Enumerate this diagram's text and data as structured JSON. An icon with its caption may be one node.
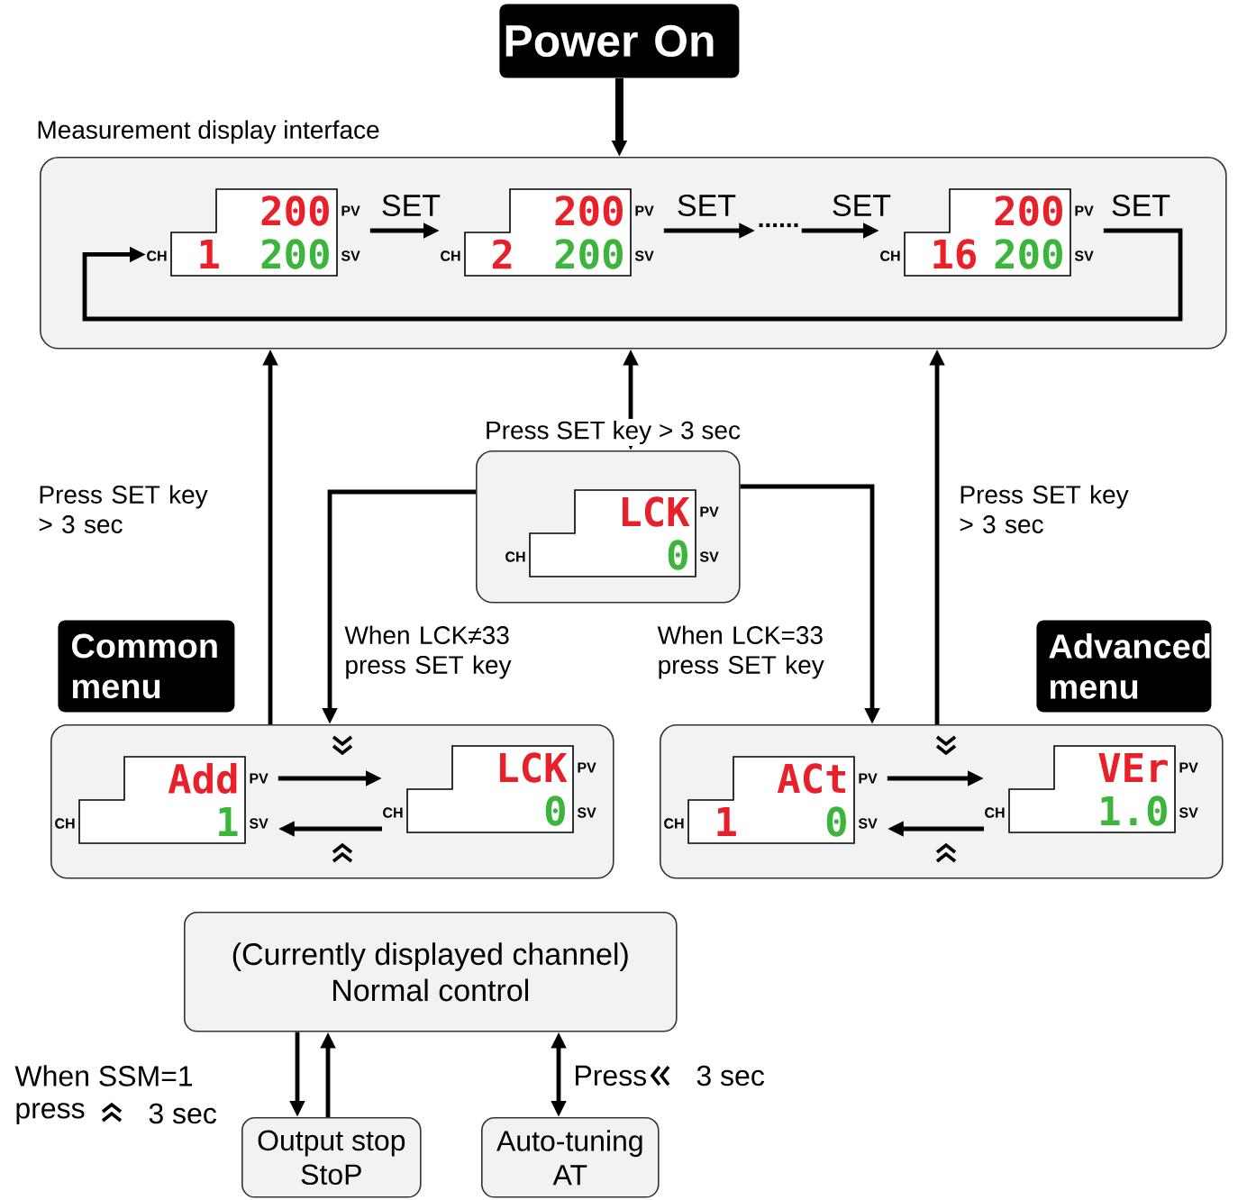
{
  "diagram": {
    "nodes": [
      {
        "text": [
          "Power On"
        ]
      },
      {
        "text": [
          "Measurement display interface"
        ]
      },
      {
        "text": [
          "200",
          "1",
          "200"
        ],
        "in": 1,
        "beside": [
          "PV",
          "CH",
          "SV"
        ]
      },
      {
        "text": [
          "200",
          "2",
          "200"
        ],
        "in": 1,
        "beside": [
          "PV",
          "CH",
          "SV"
        ]
      },
      {
        "text": [
          "......"
        ],
        "in": 1
      },
      {
        "text": [
          "200",
          "16",
          "200"
        ],
        "in": 1,
        "beside": [
          "PV",
          "CH",
          "SV"
        ]
      },
      {
        "text": [],
        "shape": "box"
      },
      {
        "text": [
          "LCK",
          "0"
        ],
        "in": 6,
        "beside": [
          "PV",
          "CH",
          "SV"
        ]
      },
      {
        "text": [
          "Common menu"
        ]
      },
      {
        "text": [],
        "shape": "box"
      },
      {
        "text": [
          "Add",
          "1"
        ],
        "in": 9,
        "beside": [
          "PV",
          "CH",
          "SV"
        ]
      },
      {
        "text": [
          "LCK",
          "0"
        ],
        "in": 9,
        "beside": [
          "PV",
          "CH",
          "SV"
        ]
      },
      {
        "text": [
          "Advanced menu"
        ]
      },
      {
        "text": [],
        "shape": "box"
      },
      {
        "text": [
          "ACt",
          "1",
          "0"
        ],
        "in": 13,
        "beside": [
          "PV",
          "CH",
          "SV"
        ]
      },
      {
        "text": [
          "VEr",
          "1.0"
        ],
        "in": 13,
        "beside": [
          "PV",
          "CH",
          "SV"
        ]
      },
      {
        "text": [
          "(Currently displayed channel)",
          "Normal control"
        ]
      },
      {
        "text": [
          "Output stop",
          "StoP"
        ]
      },
      {
        "text": [
          "Auto-tuning",
          "AT"
        ]
      }
    ],
    "edges": [
      {
        "from": 0,
        "to": 1,
        "arrow": "to",
        "style": "thick"
      },
      {
        "from": 2,
        "to": 3,
        "arrow": "to",
        "label": "SET"
      },
      {
        "from": 3,
        "to": 4,
        "arrow": "to",
        "label": "SET"
      },
      {
        "from": 4,
        "to": 5,
        "arrow": "to",
        "label": "SET"
      },
      {
        "from": 5,
        "to": 2,
        "arrow": "to",
        "label": "SET"
      },
      {
        "from": 1,
        "to": 6,
        "arrow": "both",
        "label": "Press SET key > 3 sec"
      },
      {
        "from": 6,
        "to": 9,
        "arrow": "to",
        "label": "When LCK≠33 press SET key"
      },
      {
        "from": 6,
        "to": 13,
        "arrow": "to",
        "label": "When LCK=33 press SET key"
      },
      {
        "from": 9,
        "to": 1,
        "arrow": "to",
        "label": "Press SET key > 3 sec"
      },
      {
        "from": 13,
        "to": 1,
        "arrow": "to",
        "label": "Press SET key > 3 sec"
      },
      {
        "from": 10,
        "to": 11,
        "arrow": "to"
      },
      {
        "from": 11,
        "to": 10,
        "arrow": "to"
      },
      {
        "from": 14,
        "to": 15,
        "arrow": "to"
      },
      {
        "from": 15,
        "to": 14,
        "arrow": "to"
      },
      {
        "from": 16,
        "to": 17,
        "arrow": "to"
      },
      {
        "from": 17,
        "to": 16,
        "arrow": "to"
      },
      {
        "from": 16,
        "to": 18,
        "arrow": "both"
      }
    ],
    "labels": [
      "When SSM=1",
      "press",
      "3 sec",
      "Press",
      "3 sec"
    ]
  }
}
